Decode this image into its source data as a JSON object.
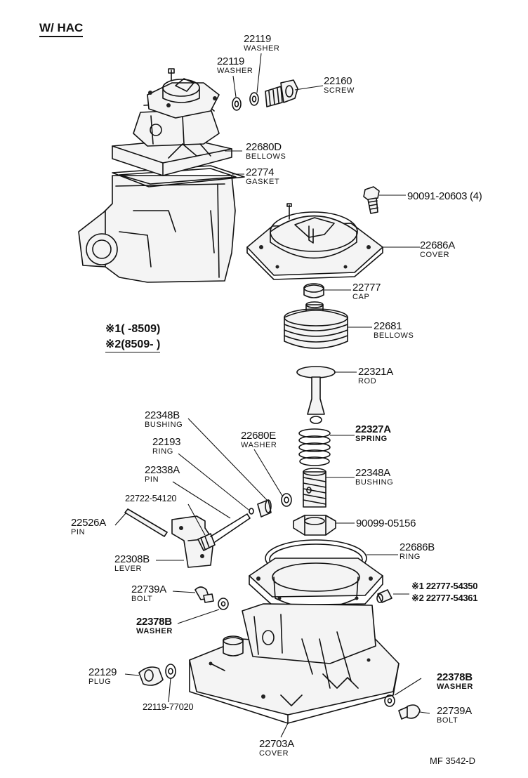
{
  "header": {
    "title": "W/ HAC"
  },
  "footer": {
    "code": "MF  3542-D"
  },
  "legend": {
    "line1": "※1(       -8509)",
    "line2": "※2(8509-        )"
  },
  "parts": [
    {
      "id": "p1",
      "number": "22119",
      "name": "WASHER"
    },
    {
      "id": "p2",
      "number": "22119",
      "name": "WASHER"
    },
    {
      "id": "p3",
      "number": "22160",
      "name": "SCREW"
    },
    {
      "id": "p4",
      "number": "22680D",
      "name": "BELLOWS"
    },
    {
      "id": "p5",
      "number": "22774",
      "name": "GASKET"
    },
    {
      "id": "p6",
      "number": "90091-20603 (4)",
      "name": ""
    },
    {
      "id": "p7",
      "number": "22686A",
      "name": "COVER"
    },
    {
      "id": "p8",
      "number": "22777",
      "name": "CAP"
    },
    {
      "id": "p9",
      "number": "22681",
      "name": "BELLOWS"
    },
    {
      "id": "p10",
      "number": "22321A",
      "name": "ROD"
    },
    {
      "id": "p11",
      "number": "22348B",
      "name": "BUSHING"
    },
    {
      "id": "p12",
      "number": "22680E",
      "name": "WASHER"
    },
    {
      "id": "p13",
      "number": "22193",
      "name": "RING"
    },
    {
      "id": "p14",
      "number": "22327A",
      "name": "SPRING"
    },
    {
      "id": "p15",
      "number": "22338A",
      "name": "PIN"
    },
    {
      "id": "p16",
      "number": "22348A",
      "name": "BUSHING"
    },
    {
      "id": "p17",
      "number": "22722-54120",
      "name": ""
    },
    {
      "id": "p18",
      "number": "22526A",
      "name": "PIN"
    },
    {
      "id": "p19",
      "number": "90099-05156",
      "name": ""
    },
    {
      "id": "p20",
      "number": "22686B",
      "name": "RING"
    },
    {
      "id": "p21",
      "number": "22308B",
      "name": "LEVER"
    },
    {
      "id": "p22",
      "number": "22739A",
      "name": "BOLT"
    },
    {
      "id": "p23",
      "number": "※1 22777-54350",
      "name": ""
    },
    {
      "id": "p24",
      "number": "※2 22777-54361",
      "name": ""
    },
    {
      "id": "p25",
      "number": "22378B",
      "name": "WASHER"
    },
    {
      "id": "p26",
      "number": "22129",
      "name": "PLUG"
    },
    {
      "id": "p27",
      "number": "22378B",
      "name": "WASHER"
    },
    {
      "id": "p28",
      "number": "22739A",
      "name": "BOLT"
    },
    {
      "id": "p29",
      "number": "22119-77020",
      "name": ""
    },
    {
      "id": "p30",
      "number": "22703A",
      "name": "COVER"
    }
  ]
}
